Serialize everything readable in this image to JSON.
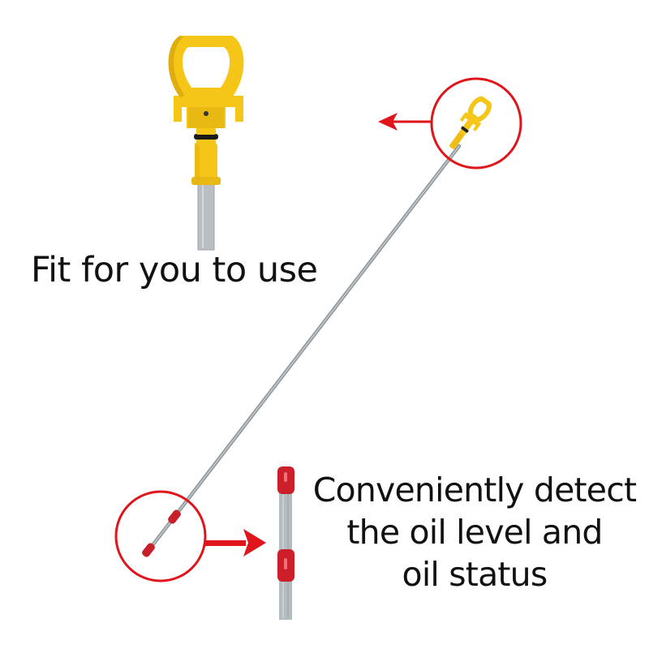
{
  "captions": {
    "top": "Fit for you to use",
    "bottom": {
      "line1": "Conveniently detect",
      "line2": "the oil level and",
      "line3": "oil status"
    }
  },
  "colors": {
    "handle_yellow": "#f5c518",
    "handle_shadow": "#d9a90e",
    "callout_red": "#e0141b",
    "rod_gray": "#a9b0b4",
    "marker_red": "#c8202a",
    "text": "#111111"
  },
  "product": {
    "name": "engine oil dipstick",
    "icons": [
      "dipstick-handle",
      "dipstick-rod",
      "level-marker",
      "callout-circle",
      "arrow"
    ]
  }
}
